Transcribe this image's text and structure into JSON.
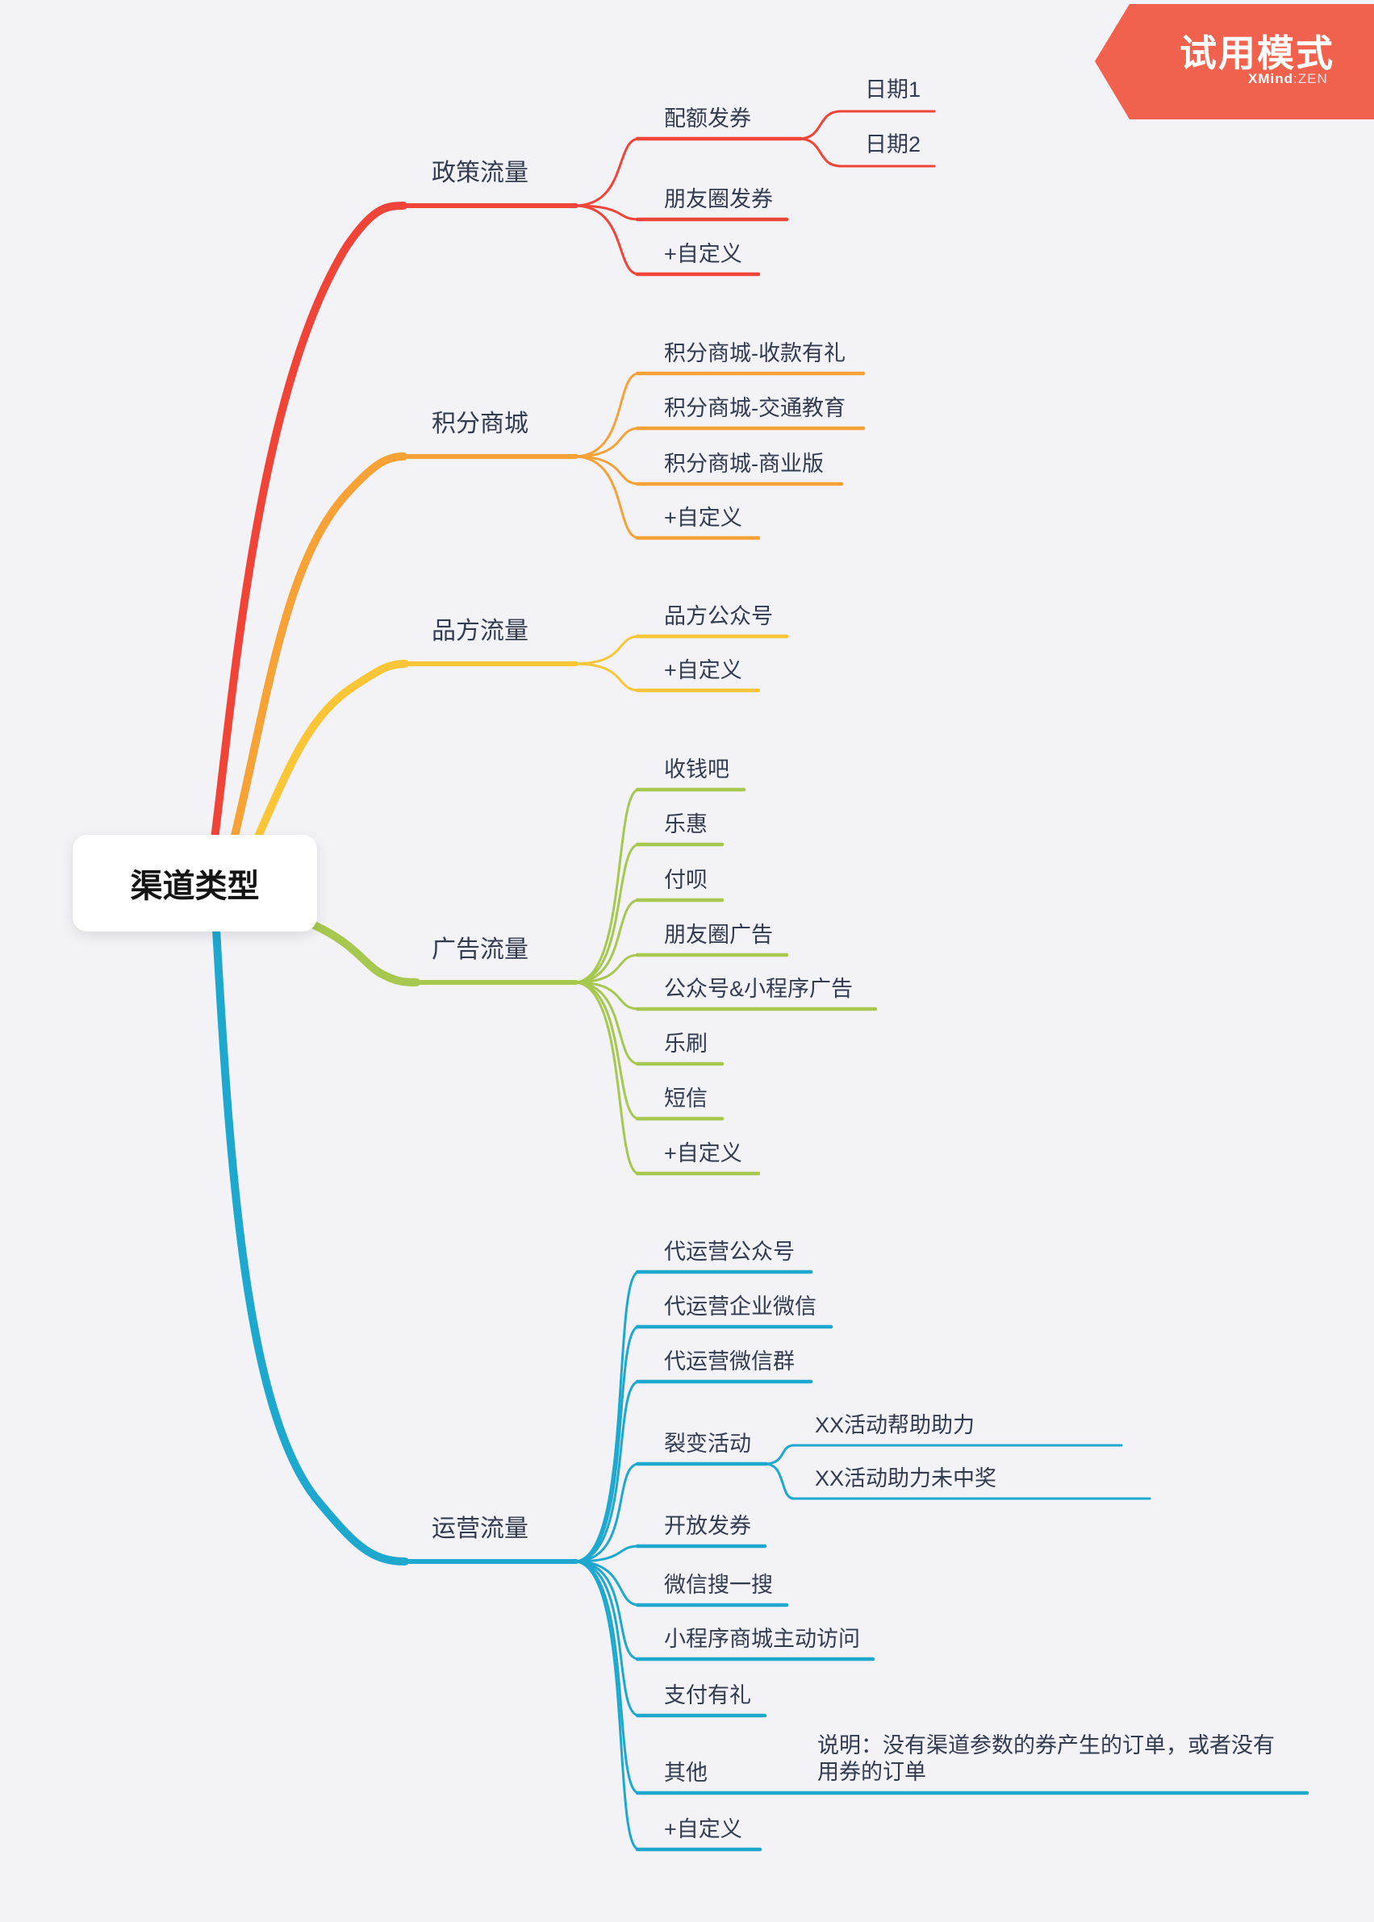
{
  "badge": {
    "title": "试用模式",
    "brand": "XMind",
    "brand_suffix": ":ZEN",
    "color": "#F0614E"
  },
  "root": {
    "label": "渠道类型"
  },
  "colors": {
    "background": "#F2F2F7",
    "text": "#333B4F"
  },
  "branches": [
    {
      "label": "政策流量",
      "color": "#EF4538",
      "children": [
        {
          "label": "配额发券",
          "children": [
            {
              "label": "日期1"
            },
            {
              "label": "日期2"
            }
          ]
        },
        {
          "label": "朋友圈发券"
        },
        {
          "label": "+自定义"
        }
      ]
    },
    {
      "label": "积分商城",
      "color": "#F7A237",
      "children": [
        {
          "label": "积分商城-收款有礼"
        },
        {
          "label": "积分商城-交通教育"
        },
        {
          "label": "积分商城-商业版"
        },
        {
          "label": "+自定义"
        }
      ]
    },
    {
      "label": "品方流量",
      "color": "#FAC637",
      "children": [
        {
          "label": "品方公众号"
        },
        {
          "label": "+自定义"
        }
      ]
    },
    {
      "label": "广告流量",
      "color": "#A6C84F",
      "children": [
        {
          "label": "收钱吧"
        },
        {
          "label": "乐惠"
        },
        {
          "label": "付呗"
        },
        {
          "label": "朋友圈广告"
        },
        {
          "label": "公众号&小程序广告"
        },
        {
          "label": "乐刷"
        },
        {
          "label": "短信"
        },
        {
          "label": "+自定义"
        }
      ]
    },
    {
      "label": "运营流量",
      "color": "#1FA8CE",
      "children": [
        {
          "label": "代运营公众号"
        },
        {
          "label": "代运营企业微信"
        },
        {
          "label": "代运营微信群"
        },
        {
          "label": "裂变活动",
          "children": [
            {
              "label": "XX活动帮助助力"
            },
            {
              "label": "XX活动助力未中奖"
            }
          ]
        },
        {
          "label": "开放发券"
        },
        {
          "label": "微信搜一搜"
        },
        {
          "label": "小程序商城主动访问"
        },
        {
          "label": "支付有礼"
        },
        {
          "label": "其他",
          "note": "说明：没有渠道参数的券产生的订单，或者没有用券的订单"
        },
        {
          "label": "+自定义"
        }
      ]
    }
  ]
}
